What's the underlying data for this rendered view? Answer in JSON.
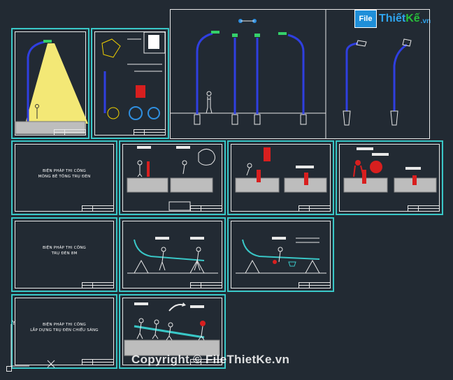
{
  "logo": {
    "box_text": "File",
    "word1": "Thiết",
    "word2": "Kế",
    "domain": ".vn"
  },
  "watermark": "Copyright © FileThietKe.vn",
  "sheets": {
    "r1_title": "BIỆN PHÁP THI CÔNG",
    "r1_sub": "MÓNG BÊ TÔNG TRỤ ĐÈN",
    "r2_title": "BIỆN PHÁP THI CÔNG",
    "r2_sub": "TRỤ ĐÈN 8M",
    "r3_title": "BIỆN PHÁP THI CÔNG",
    "r3_sub": "LẮP DỰNG TRỤ ĐÈN CHIẾU SÁNG"
  },
  "colors": {
    "background": "#222a33",
    "sheet_border": "#39c7c7",
    "line": "#e8e8e8",
    "pole_blue": "#2f3fe0",
    "lamp_green": "#35d06a",
    "light_yellow": "#fff27a",
    "accent_red": "#d81f1f"
  },
  "ucs_axis_label": "Y"
}
